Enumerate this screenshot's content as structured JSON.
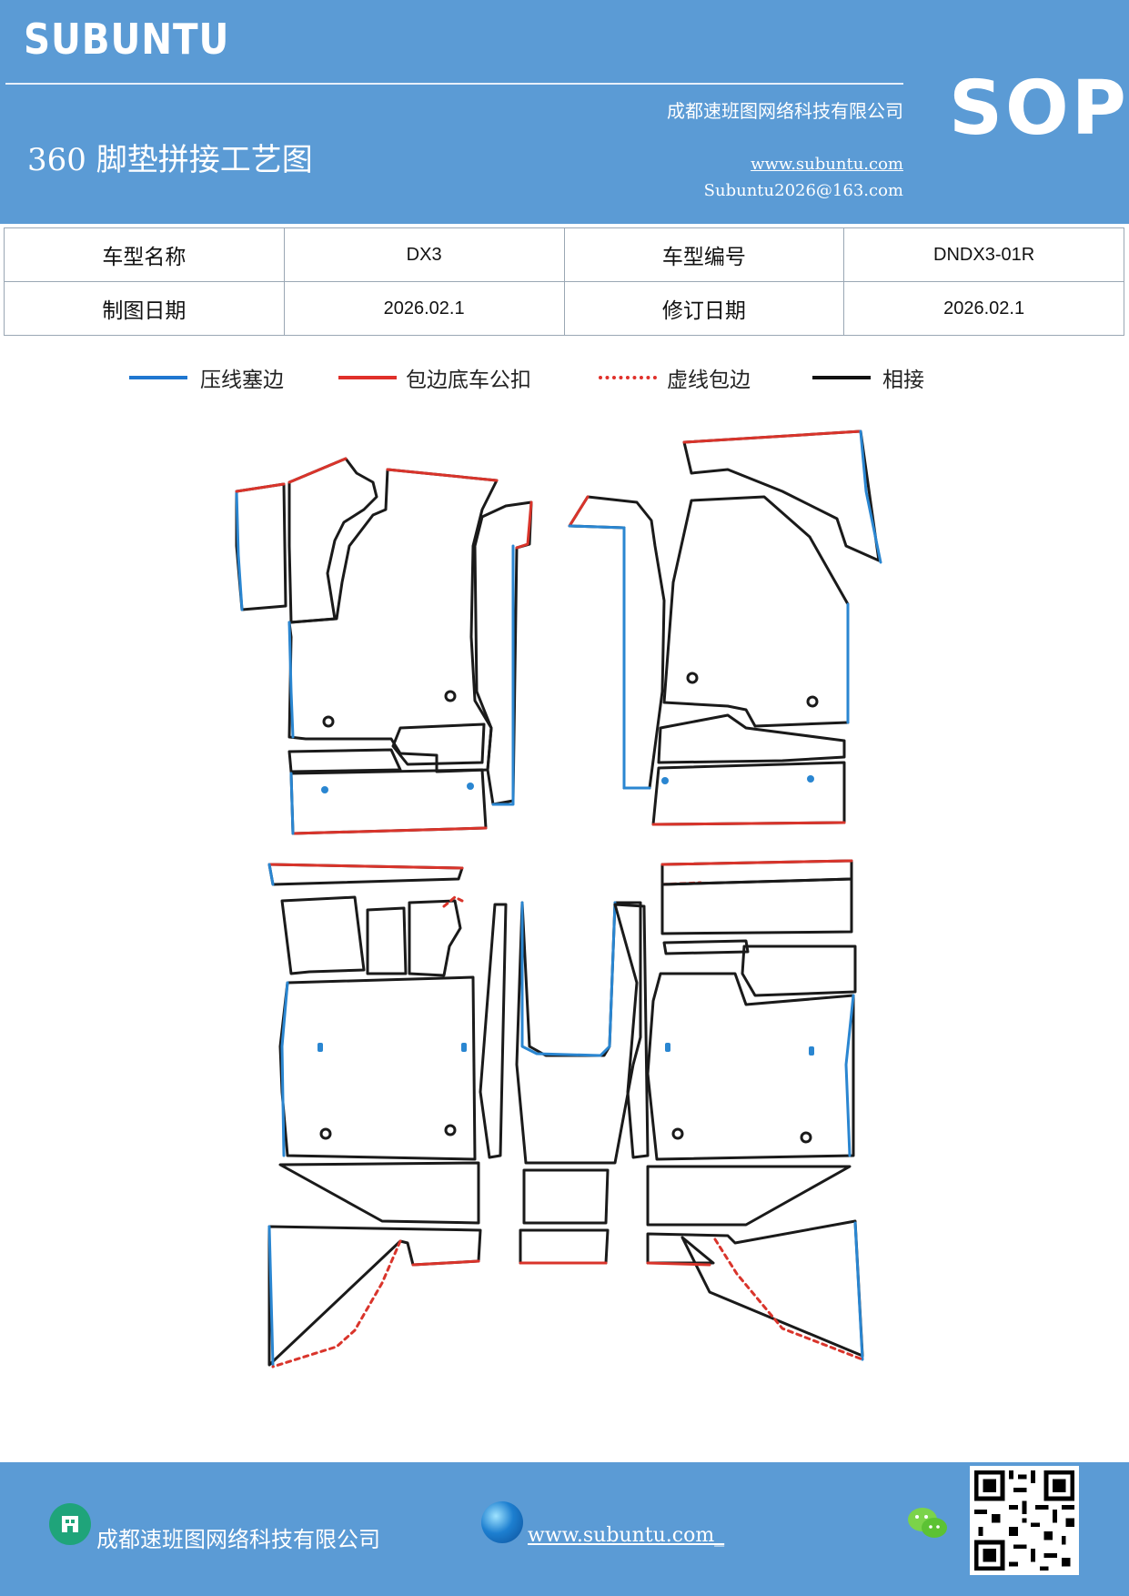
{
  "header": {
    "brand": "SUBUNTU",
    "badge": "SOP",
    "company": "成都速班图网络科技有限公司",
    "title": "360 脚垫拼接工艺图",
    "website": "www.subuntu.com",
    "email": "Subuntu2026@163.com"
  },
  "info_table": {
    "model_name_label": "车型名称",
    "model_name_value": "DX3",
    "model_code_label": "车型编号",
    "model_code_value": "DNDX3-01R",
    "drawing_date_label": "制图日期",
    "drawing_date_value": "2026.02.1",
    "revision_date_label": "修订日期",
    "revision_date_value": "2026.02.1"
  },
  "legend": [
    {
      "label": "压线塞边",
      "color": "#1f77d0",
      "style": "solid"
    },
    {
      "label": "包边底车公扣",
      "color": "#e0302a",
      "style": "solid"
    },
    {
      "label": "虚线包边",
      "color": "#e0302a",
      "style": "dotted"
    },
    {
      "label": "相接",
      "color": "#111111",
      "style": "solid"
    }
  ],
  "colors": {
    "header_bg": "#5b9bd5",
    "blue_edge": "#2a86d1",
    "red_edge": "#d9342b",
    "outline": "#1a1a1a"
  },
  "footer": {
    "company": "成都速班图网络科技有限公司",
    "website": "www.subuntu.com_",
    "company_icon": "building-icon",
    "web_icon": "globe-icon",
    "social_icon": "wechat-icon",
    "qr_icon": "qr-code-icon"
  }
}
